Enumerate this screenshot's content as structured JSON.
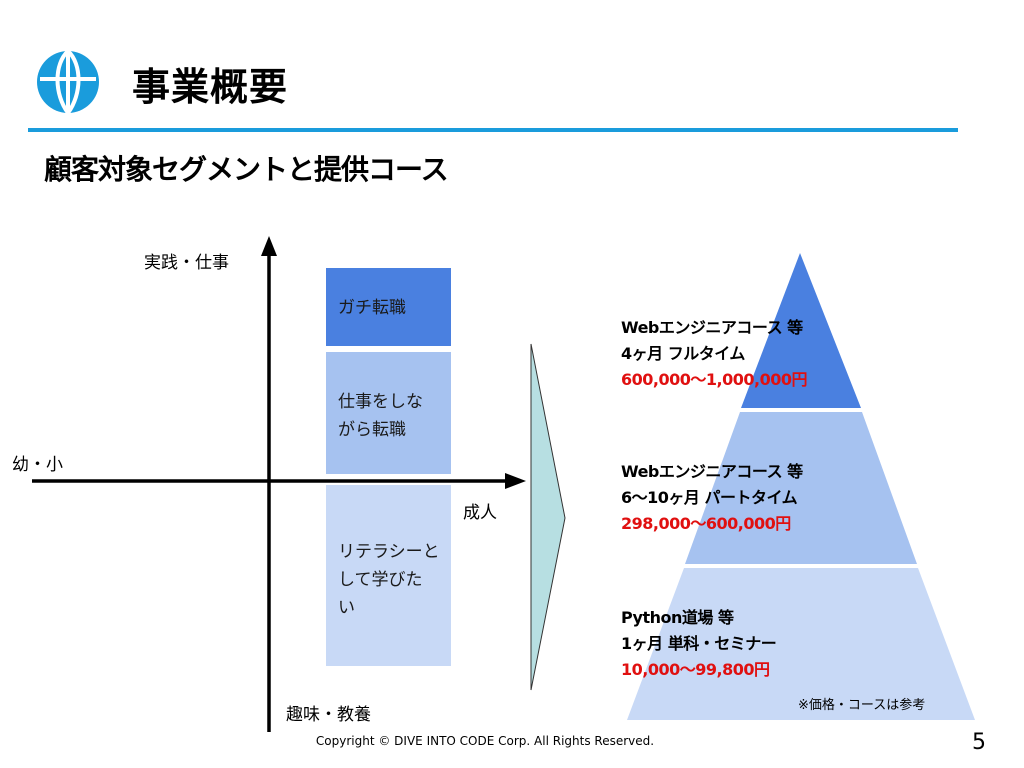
{
  "header": {
    "title": "事業概要",
    "subtitle": "顧客対象セグメントと提供コース",
    "logo_icon": "globe-icon",
    "accent_color": "#1a9cdc"
  },
  "axes": {
    "top_label": "実践・仕事",
    "bottom_label": "趣味・教養",
    "left_label": "幼・小",
    "right_label": "成人"
  },
  "segments": [
    {
      "text": "ガチ転職",
      "lines": [
        "ガチ転職"
      ],
      "color": "#4a80e0"
    },
    {
      "text": "仕事をしながら転職",
      "lines": [
        "仕事をしな",
        "がら転職"
      ],
      "color": "#a6c2f0"
    },
    {
      "text": "リテラシーとして学びたい",
      "lines": [
        "リテラシーと",
        "して学びた",
        "い"
      ],
      "color": "#c8d9f6"
    }
  ],
  "courses": [
    {
      "name": "Webエンジニアコース 等",
      "duration": "4ヶ月 フルタイム",
      "price": "600,000〜1,000,000円",
      "color": "#4a80e0"
    },
    {
      "name": "Webエンジニアコース 等",
      "duration": "6〜10ヶ月 パートタイム",
      "price": "298,000〜600,000円",
      "color": "#a6c2f0"
    },
    {
      "name": "Python道場 等",
      "duration": "1ヶ月 単科・セミナー",
      "price": "10,000〜99,800円",
      "color": "#c8d9f6"
    }
  ],
  "note": "※価格・コースは参考",
  "footer": {
    "copyright": "Copyright © DIVE INTO CODE Corp. All Rights Reserved.",
    "page_number": "5"
  }
}
